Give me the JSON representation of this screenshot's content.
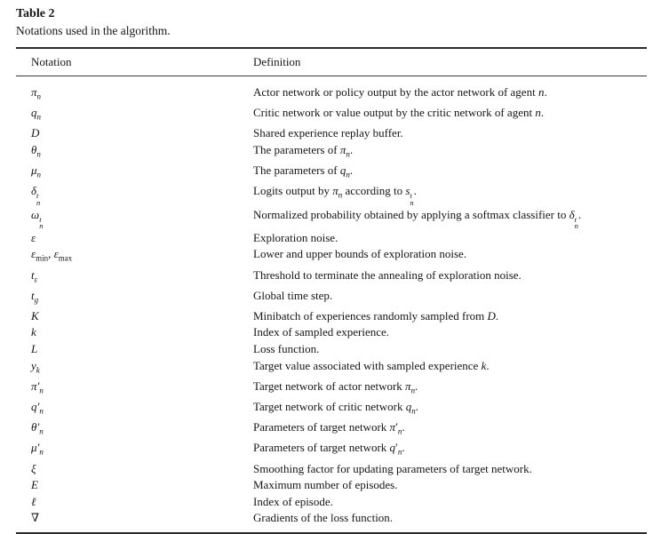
{
  "page": {
    "table_label": "Table 2",
    "caption": "Notations used in the algorithm."
  },
  "table": {
    "columns": [
      "Notation",
      "Definition"
    ],
    "rows": [
      {
        "notation": "π<sub>n</sub>",
        "definition": "Actor network or policy output by the actor network of agent <i>n</i>."
      },
      {
        "notation": "q<sub>n</sub>",
        "definition": "Critic network or value output by the critic network of agent <i>n</i>."
      },
      {
        "notation": "D",
        "definition": "Shared experience replay buffer."
      },
      {
        "notation": "θ<sub>n</sub>",
        "definition": "The parameters of <i>π<sub>n</sub></i>."
      },
      {
        "notation": "μ<sub>n</sub>",
        "definition": "The parameters of <i>q<sub>n</sub></i>."
      },
      {
        "notation": "δ<span class='ss'><span>t</span><span>n</span></span>",
        "definition": "Logits output by <i>π<sub>n</sub></i> according to <i>s</i><span class='ss it'><span>t</span><span>n</span></span>."
      },
      {
        "notation": "ω<span class='ss'><span>t</span><span>n</span></span>",
        "definition": "Normalized probability obtained by applying a softmax classifier to <i>δ</i><span class='ss it'><span>t</span><span>n</span></span>."
      },
      {
        "notation": "ε",
        "definition": "Exploration noise."
      },
      {
        "notation": "ε<sub class='rm'>min</sub>, ε<sub class='rm'>max</sub>",
        "definition": "Lower and upper bounds of exploration noise."
      },
      {
        "notation": "t<sub>ε</sub>",
        "definition": "Threshold to terminate the annealing of exploration noise."
      },
      {
        "notation": "t<sub>g</sub>",
        "definition": "Global time step."
      },
      {
        "notation": "K",
        "definition": "Minibatch of experiences randomly sampled from <i>D</i>."
      },
      {
        "notation": "k",
        "definition": "Index of sampled experience."
      },
      {
        "notation": "L",
        "definition": "Loss function."
      },
      {
        "notation": "y<sub>k</sub>",
        "definition": "Target value associated with sampled experience <i>k</i>."
      },
      {
        "notation": "π′<sub>n</sub>",
        "definition": "Target network of actor network <i>π<sub>n</sub></i>."
      },
      {
        "notation": "q′<sub>n</sub>",
        "definition": "Target network of critic network <i>q<sub>n</sub></i>."
      },
      {
        "notation": "θ′<sub>n</sub>",
        "definition": "Parameters of target network <i>π</i>′<i><sub>n</sub></i>."
      },
      {
        "notation": "μ′<sub>n</sub>",
        "definition": "Parameters of target network <i>q</i>′<i><sub>n</sub></i>."
      },
      {
        "notation": "ξ",
        "definition": "Smoothing factor for updating parameters of target network."
      },
      {
        "notation": "E",
        "definition": "Maximum number of episodes."
      },
      {
        "notation": "ℓ",
        "definition": "Index of episode."
      },
      {
        "notation": "<span class='rm'>∇</span>",
        "definition": "Gradients of the loss function."
      }
    ]
  },
  "colors": {
    "background": "#ffffff",
    "text": "#161616",
    "rule": "#2b2b2b"
  }
}
